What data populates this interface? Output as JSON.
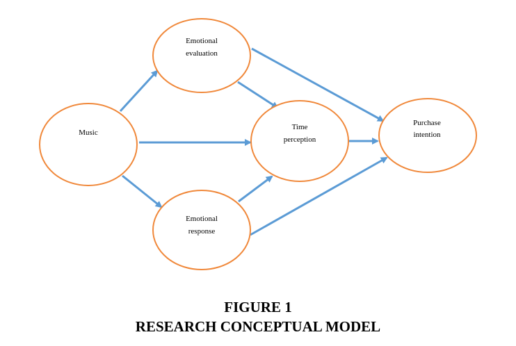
{
  "colors": {
    "node_stroke": "#f0883a",
    "node_fill": "#ffffff",
    "arrow": "#5b9bd5",
    "text": "#000000"
  },
  "nodes": {
    "music": {
      "lines": [
        "Music"
      ]
    },
    "emotional_evaluation": {
      "lines": [
        "Emotional",
        "evaluation"
      ]
    },
    "emotional_response": {
      "lines": [
        "Emotional",
        "response"
      ]
    },
    "time_perception": {
      "lines": [
        "Time",
        "perception"
      ]
    },
    "purchase_intention": {
      "lines": [
        "Purchase",
        "intention"
      ]
    }
  },
  "edges": [
    {
      "from": "music",
      "to": "emotional_evaluation"
    },
    {
      "from": "music",
      "to": "time_perception"
    },
    {
      "from": "music",
      "to": "emotional_response"
    },
    {
      "from": "emotional_evaluation",
      "to": "time_perception"
    },
    {
      "from": "emotional_evaluation",
      "to": "purchase_intention"
    },
    {
      "from": "emotional_response",
      "to": "time_perception"
    },
    {
      "from": "emotional_response",
      "to": "purchase_intention"
    },
    {
      "from": "time_perception",
      "to": "purchase_intention"
    }
  ],
  "caption": {
    "number": "FIGURE 1",
    "title": "RESEARCH CONCEPTUAL MODEL"
  }
}
